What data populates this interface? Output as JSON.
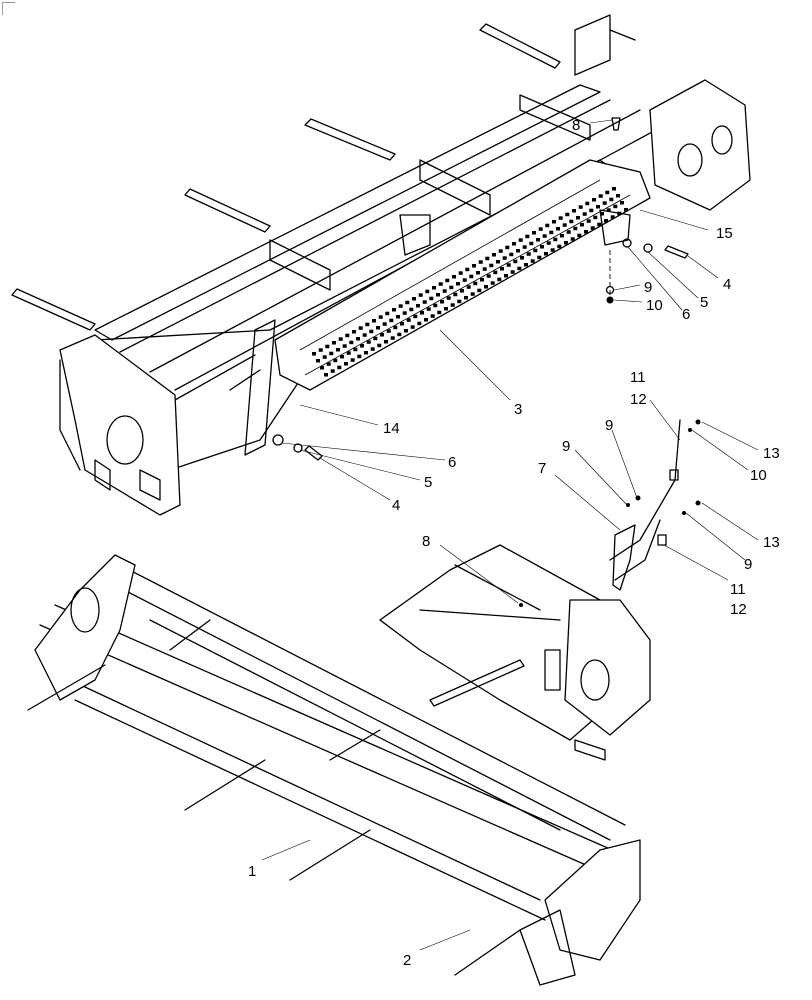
{
  "callouts": [
    {
      "id": "c8a",
      "text": "8"
    },
    {
      "id": "c15",
      "text": "15"
    },
    {
      "id": "c4a",
      "text": "4"
    },
    {
      "id": "c9a",
      "text": "9"
    },
    {
      "id": "c5a",
      "text": "5"
    },
    {
      "id": "c10a",
      "text": "10"
    },
    {
      "id": "c6a",
      "text": "6"
    },
    {
      "id": "c3",
      "text": "3"
    },
    {
      "id": "c14",
      "text": "14"
    },
    {
      "id": "c6b",
      "text": "6"
    },
    {
      "id": "c5b",
      "text": "5"
    },
    {
      "id": "c4b",
      "text": "4"
    },
    {
      "id": "c11a",
      "text": "11"
    },
    {
      "id": "c12a",
      "text": "12"
    },
    {
      "id": "c13a",
      "text": "13"
    },
    {
      "id": "c9b",
      "text": "9"
    },
    {
      "id": "c10b",
      "text": "10"
    },
    {
      "id": "c9c",
      "text": "9"
    },
    {
      "id": "c7",
      "text": "7"
    },
    {
      "id": "c13b",
      "text": "13"
    },
    {
      "id": "c9d",
      "text": "9"
    },
    {
      "id": "c11b",
      "text": "11"
    },
    {
      "id": "c12b",
      "text": "12"
    },
    {
      "id": "c8b",
      "text": "8"
    },
    {
      "id": "c1",
      "text": "1"
    },
    {
      "id": "c2",
      "text": "2"
    }
  ]
}
